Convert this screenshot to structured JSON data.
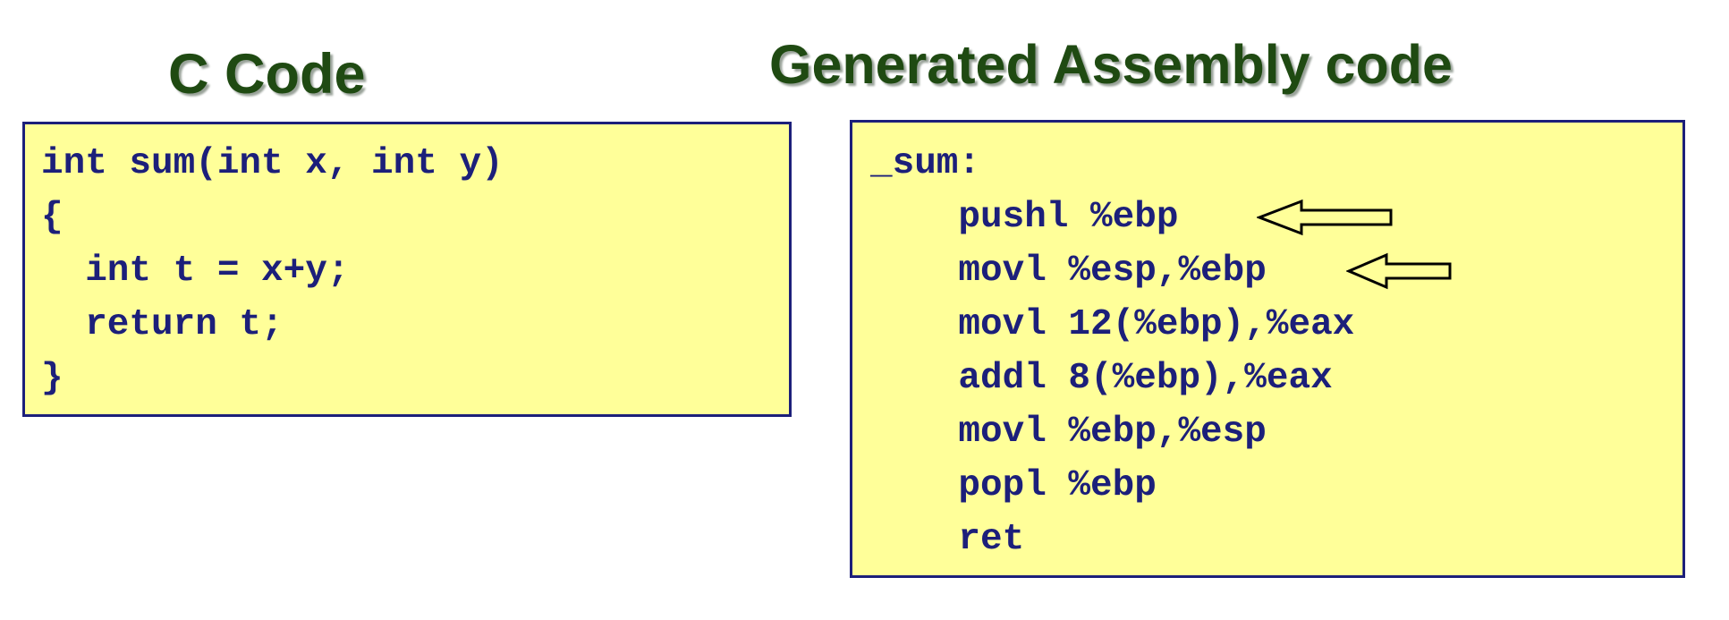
{
  "c_section": {
    "title": "C Code",
    "lines": [
      "int sum(int x, int y)",
      "{",
      "  int t = x+y;",
      "  return t;",
      "}"
    ]
  },
  "asm_section": {
    "title": "Generated Assembly code",
    "lines": [
      "_sum:",
      "    pushl %ebp",
      "    movl %esp,%ebp",
      "    movl 12(%ebp),%eax",
      "    addl 8(%ebp),%eax",
      "    movl %ebp,%esp",
      "    popl %ebp",
      "    ret"
    ],
    "arrows": [
      {
        "points_to": "pushl %ebp",
        "icon": "left-arrow-icon"
      },
      {
        "points_to": "movl %esp,%ebp",
        "icon": "left-arrow-icon"
      }
    ]
  },
  "colors": {
    "heading": "#1f4a12",
    "code_text": "#1c1f7a",
    "box_fill": "#ffff99",
    "box_border": "#1c1f7a"
  }
}
